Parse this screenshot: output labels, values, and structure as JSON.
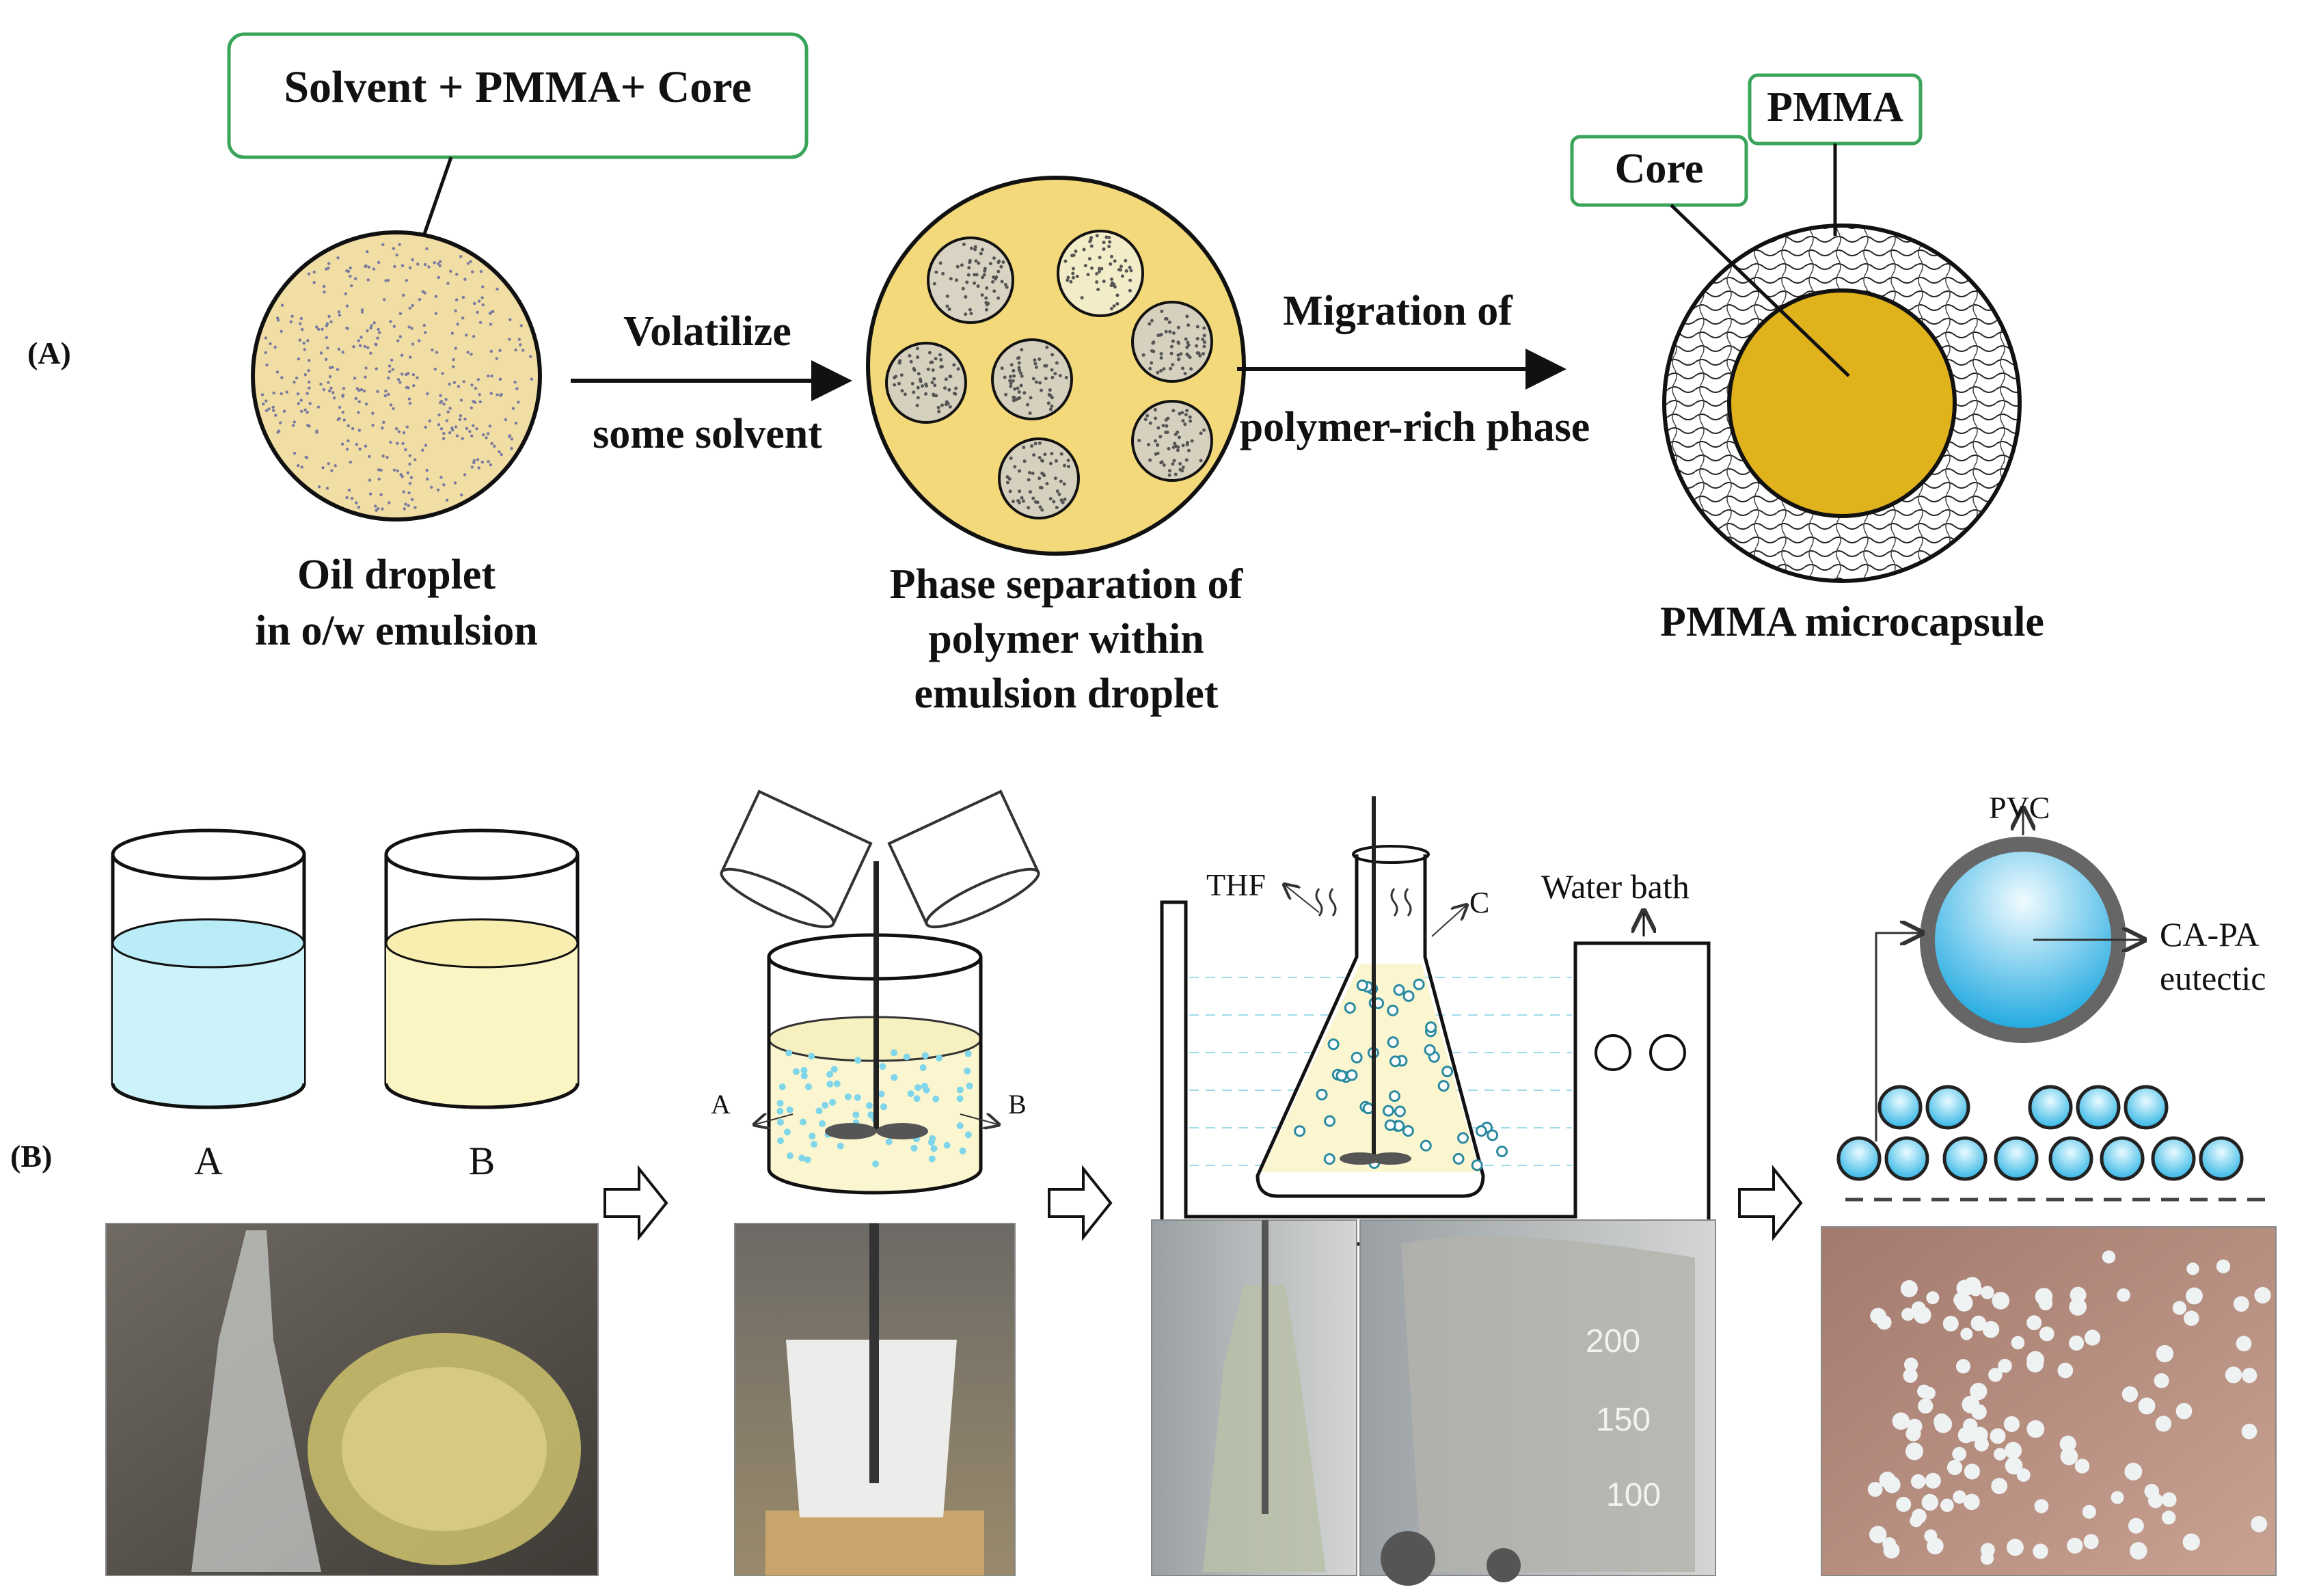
{
  "panel_a": {
    "label": "(A)",
    "callout_solvent": "Solvent + PMMA+ Core",
    "callout_pmma": "PMMA",
    "callout_core": "Core",
    "arrow1_top": "Volatilize",
    "arrow1_bottom": "some solvent",
    "arrow2_top": "Migration of",
    "arrow2_bottom": "polymer-rich phase",
    "caption_droplet": [
      "Oil droplet",
      "in o/w emulsion"
    ],
    "caption_phase": [
      "Phase separation of",
      "polymer within",
      "emulsion droplet"
    ],
    "caption_capsule": "PMMA microcapsule"
  },
  "panel_b": {
    "label": "(B)",
    "beaker_a": "A",
    "beaker_b": "B",
    "mix_left": "A",
    "mix_right": "B",
    "thf": "THF",
    "c_label": "C",
    "water_bath": "Water bath",
    "pvc": "PVC",
    "eutectic": [
      "CA-PA",
      "eutectic"
    ],
    "scale_marks": [
      "200",
      "150",
      "100"
    ]
  },
  "colors": {
    "callout_border": "#3aa55a",
    "droplet_fill": "#f0dea5",
    "phase_fill": "#f3d97a",
    "core_fill": "#e0b21c",
    "solution_a": "#cdf3fa",
    "solution_b": "#fbf4c3",
    "sphere": "#4fc3ea"
  }
}
